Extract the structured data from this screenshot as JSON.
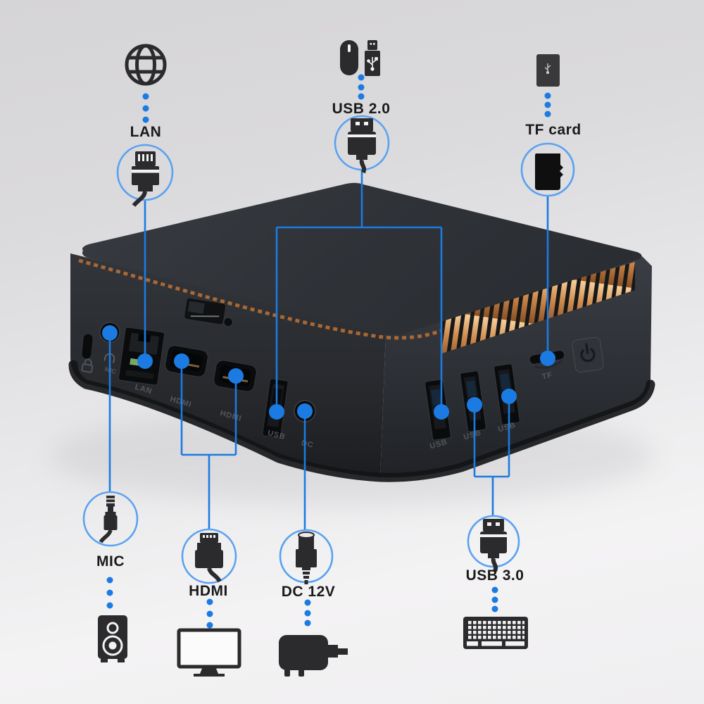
{
  "diagram_title": "Mini PC ports callout diagram",
  "colors": {
    "accent_blue": "#1b7be2",
    "circle_blue": "#58a2f2",
    "copper": "#cf8c4e",
    "label_color": "#1a1a1a",
    "device_body": "#2b2e33",
    "background_top": "#d5d4d6",
    "background_bottom": "#f4f3f4"
  },
  "callouts": {
    "lan": {
      "label": "LAN",
      "peripheral_icon": "globe-icon",
      "connector_icon": "rj45-plug-icon"
    },
    "usb20": {
      "label": "USB 2.0",
      "peripheral_icon": "mouse-icon + usb-drive-icon",
      "connector_icon": "usb-plug-icon"
    },
    "tf": {
      "label": "TF card",
      "peripheral_icon": "card-reader-icon",
      "connector_icon": "microsd-card-icon"
    },
    "mic": {
      "label": "MIC",
      "peripheral_icon": "speaker-icon",
      "connector_icon": "audio-jack-icon"
    },
    "hdmi": {
      "label": "HDMI",
      "peripheral_icon": "monitor-icon",
      "connector_icon": "hdmi-plug-icon"
    },
    "dc": {
      "label": "DC 12V",
      "peripheral_icon": "power-adapter-icon",
      "connector_icon": "dc-plug-icon"
    },
    "usb30": {
      "label": "USB 3.0",
      "peripheral_icon": "keyboard-icon",
      "connector_icon": "usb-plug-icon"
    }
  },
  "engravings": {
    "mic": "MIC",
    "lan": "LAN",
    "hdmi": "HDMI",
    "usb": "USB",
    "dc": "DC",
    "tf": "TF"
  }
}
